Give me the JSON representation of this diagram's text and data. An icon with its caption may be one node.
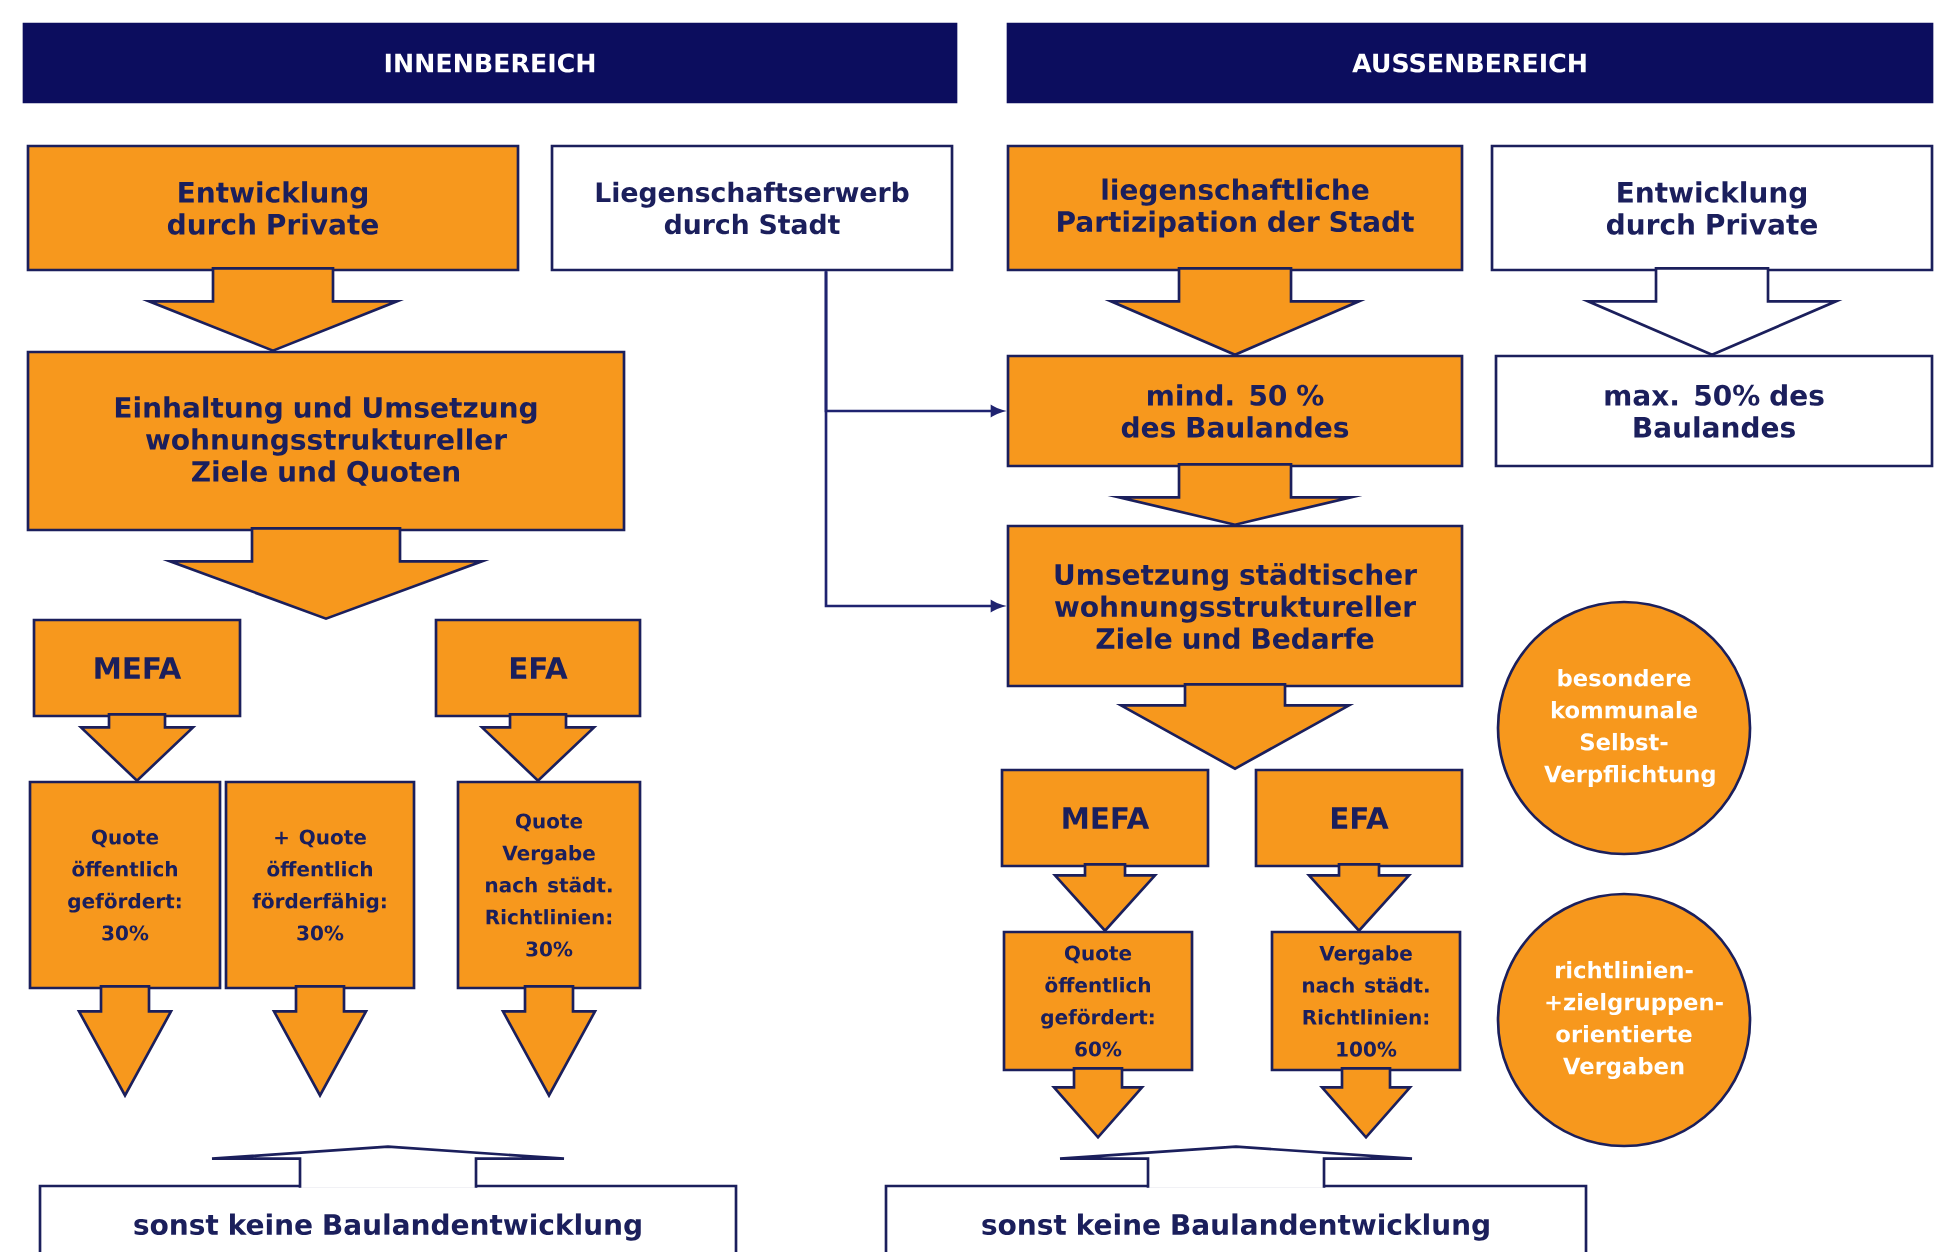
{
  "diagram": {
    "nodes": [
      {
        "text": [
          "INNENBEREICH"
        ]
      },
      {
        "text": [
          "AUSSENBEREICH"
        ]
      },
      {
        "text": [
          "Entwicklung durch Private"
        ]
      },
      {
        "text": [
          "Liegenschaftserwerb durch Stadt"
        ]
      },
      {
        "text": [
          "Einhaltung und Umsetzung wohnungsstruktureller Ziele und Quoten"
        ]
      },
      {
        "text": [
          "MEFA"
        ]
      },
      {
        "text": [
          "EFA"
        ]
      },
      {
        "text": [
          "Quote öffentlich gefördert: 30%"
        ]
      },
      {
        "text": [
          "+ Quote öffentlich förderfähig: 30%"
        ]
      },
      {
        "text": [
          "Quote Vergabe nach städt. Richtlinien: 30%"
        ]
      },
      {
        "text": [
          "sonst keine Baulandentwicklung"
        ]
      },
      {
        "text": [
          "liegenschaftliche Partizipation der Stadt"
        ]
      },
      {
        "text": [
          "Entwicklung durch Private"
        ]
      },
      {
        "text": [
          "mind. 50 % des Baulandes"
        ]
      },
      {
        "text": [
          "max. 50% des Baulandes"
        ]
      },
      {
        "text": [
          "Umsetzung städtischer wohnungsstruktureller Ziele und Bedarfe"
        ]
      },
      {
        "text": [
          "besondere kommunale Selbst- Verpflichtung"
        ]
      },
      {
        "text": [
          "MEFA"
        ]
      },
      {
        "text": [
          "EFA"
        ]
      },
      {
        "text": [
          "Quote öffentlich gefördert: 60%"
        ]
      },
      {
        "text": [
          "Vergabe nach städt. Richtlinien: 100%"
        ]
      },
      {
        "text": [
          "richtlinien- +zielgruppen- orientierte Vergaben"
        ]
      },
      {
        "text": [
          "sonst keine Baulandentwicklung"
        ]
      }
    ],
    "edges": [
      {
        "from": 2,
        "to": 4,
        "arrow": "to"
      },
      {
        "from": 3,
        "to": 13,
        "arrow": "to",
        "color": "#1f2370"
      },
      {
        "from": 3,
        "to": 15,
        "arrow": "to",
        "color": "#1f2370"
      },
      {
        "from": 4,
        "to": 5,
        "arrow": "to"
      },
      {
        "from": 4,
        "to": 6,
        "arrow": "to"
      },
      {
        "from": 5,
        "to": 7,
        "arrow": "to"
      },
      {
        "from": 6,
        "to": 9,
        "arrow": "to"
      },
      {
        "from": 7,
        "to": null,
        "arrow": "to"
      },
      {
        "from": 8,
        "to": null,
        "arrow": "to"
      },
      {
        "from": 9,
        "to": null,
        "arrow": "to"
      },
      {
        "from": 10,
        "to": null,
        "arrow": "to",
        "color": "#ffffff"
      },
      {
        "from": 11,
        "to": 13,
        "arrow": "to"
      },
      {
        "from": 12,
        "to": 14,
        "arrow": "to",
        "color": "#ffffff"
      },
      {
        "from": 13,
        "to": 15,
        "arrow": "to"
      },
      {
        "from": 15,
        "to": 17,
        "arrow": "to"
      },
      {
        "from": 15,
        "to": 18,
        "arrow": "to"
      },
      {
        "from": 17,
        "to": 19,
        "arrow": "to"
      },
      {
        "from": 18,
        "to": 20,
        "arrow": "to"
      },
      {
        "from": 19,
        "to": null,
        "arrow": "to"
      },
      {
        "from": 20,
        "to": null,
        "arrow": "to"
      },
      {
        "from": 22,
        "to": null,
        "arrow": "to",
        "color": "#ffffff"
      }
    ]
  }
}
